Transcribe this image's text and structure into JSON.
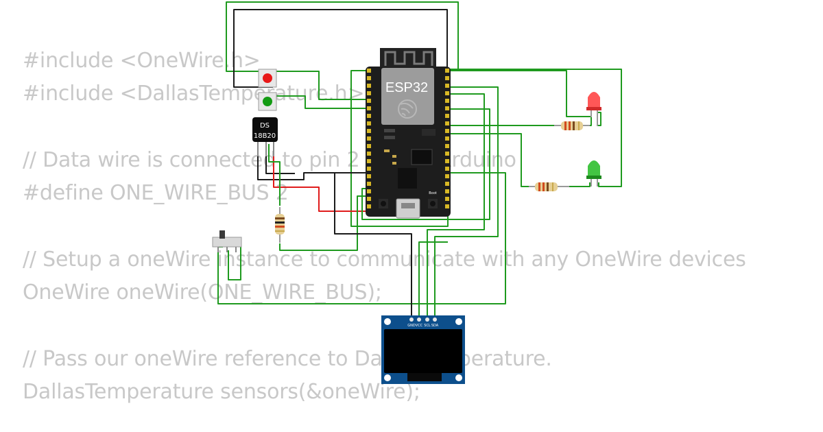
{
  "code_lines": [
    "#include <OneWire.h>",
    "#include <DallasTemperature.h>",
    "",
    "// Data wire is connected to pin 2 on the Arduino",
    "#define ONE_WIRE_BUS 2",
    "",
    "// Setup a oneWire instance to communicate with any OneWire devices",
    "OneWire oneWire(ONE_WIRE_BUS);",
    "",
    "// Pass our oneWire reference to DallasTemperature.",
    "DallasTemperature sensors(&oneWire);"
  ],
  "board": {
    "label": "ESP32",
    "boot_label": "Boot"
  },
  "sensor": {
    "line1": "DS",
    "line2": "18B20"
  },
  "oled": {
    "pins": [
      "GND",
      "VCC",
      "SCL",
      "SDA"
    ]
  },
  "colors": {
    "wire_green": "#1e9a1e",
    "wire_black": "#1a1a1a",
    "wire_red": "#e01b1b",
    "code_text": "#c8c8c8",
    "board": "#1d1d1d",
    "oled_pcb": "#0d4f8c"
  },
  "icons": [
    "esp32-board",
    "ds18b20-sensor",
    "red-led",
    "green-led",
    "red-pushbutton",
    "green-pushbutton",
    "resistor",
    "slide-switch",
    "oled-display"
  ]
}
